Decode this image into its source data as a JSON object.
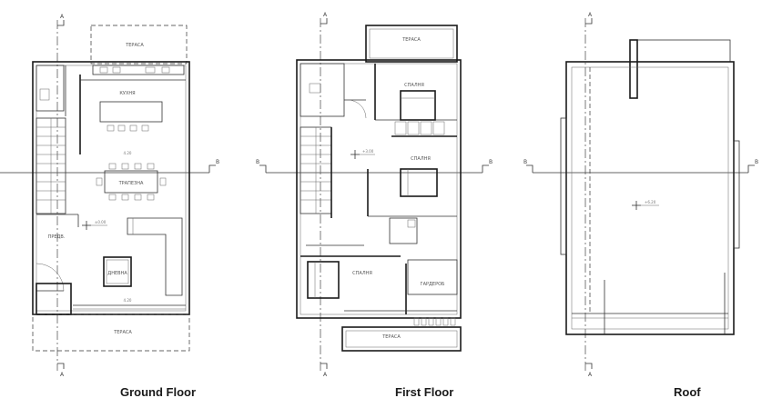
{
  "floors": [
    {
      "id": "ground",
      "title": "Ground Floor"
    },
    {
      "id": "first",
      "title": "First Floor"
    },
    {
      "id": "roof",
      "title": "Roof"
    }
  ],
  "section_marks": {
    "a": "A",
    "b": "B"
  },
  "ground": {
    "terrace_top": "ТЕРАСА",
    "kitchen": "КУХНЯ",
    "dining": "ТРАПЕЗНА",
    "living": "ДНЕВНА",
    "hall": "ПРЕДВ.",
    "terrace_bottom": "ТЕРАСА",
    "level_mark": "±0.00"
  },
  "first": {
    "terrace_top": "ТЕРАСА",
    "bedroom_1": "СПАЛНЯ",
    "bedroom_2": "СПАЛНЯ",
    "bedroom_3": "СПАЛНЯ",
    "closet": "ГАРДЕРОБ",
    "terrace_bottom": "ТЕРАСА",
    "level_mark": "+3.00"
  },
  "roof": {
    "level_mark": "+6.20"
  }
}
